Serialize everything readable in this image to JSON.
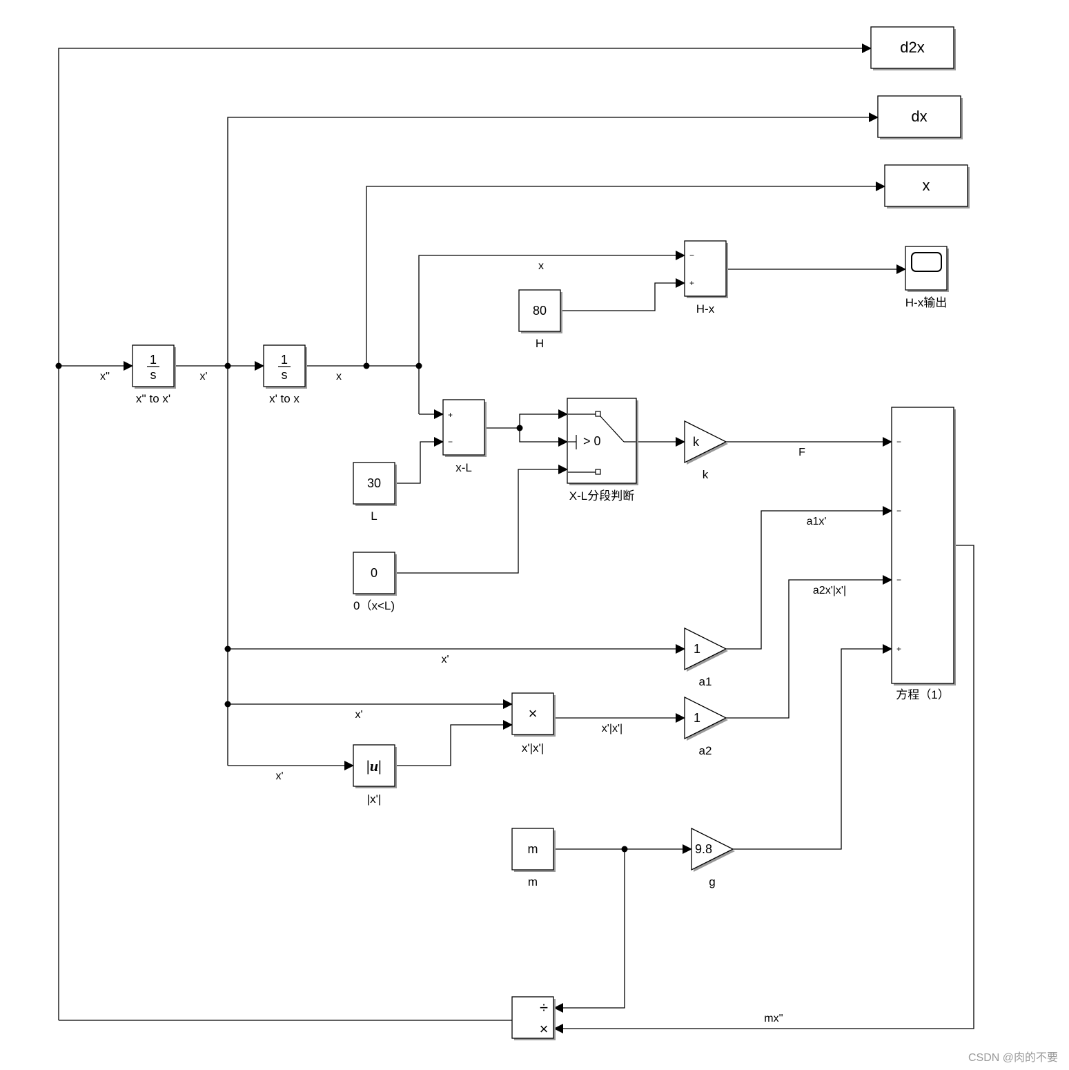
{
  "diagram": {
    "outports": {
      "d2x": "d2x",
      "dx": "dx",
      "x": "x"
    },
    "scope_label": "H-x输出",
    "integrators": {
      "numerator": "1",
      "denominator": "s",
      "int1_label": "x'' to x'",
      "int2_label": "x' to x"
    },
    "constants": {
      "H_value": "80",
      "H_label": "H",
      "L_value": "30",
      "L_label": "L",
      "zero_value": "0",
      "zero_label": "0（x<L)",
      "m_value": "m",
      "m_label": "m"
    },
    "sums": {
      "hx_label": "H-x",
      "xl_label": "x-L",
      "eq_label": "方程（1）",
      "plus": "+",
      "minus": "−"
    },
    "switch": {
      "label": "X-L分段判断",
      "criteria": "> 0"
    },
    "gains": {
      "k_value": "k",
      "k_label": "k",
      "a1_value": "1",
      "a1_label": "a1",
      "a2_value": "1",
      "a2_label": "a2",
      "g_value": "9.8",
      "g_label": "g"
    },
    "product": {
      "label": "x'|x'|",
      "symbol": "×"
    },
    "abs": {
      "symbol": "|u|",
      "label": "|x'|"
    },
    "divide": {
      "div_symbol": "÷",
      "mul_symbol": "×"
    },
    "signals": {
      "xdd": "x''",
      "xd1": "x'",
      "x1": "x",
      "x_top": "x",
      "F": "F",
      "a1xd": "a1x'",
      "a2": "a2x'|x'|",
      "xd_a1": "x'",
      "xd_prod": "x'",
      "xd_abs": "x'",
      "prod_out": "x'|x'|",
      "mxdd": "mx''"
    },
    "watermark": "CSDN @肉的不要"
  }
}
